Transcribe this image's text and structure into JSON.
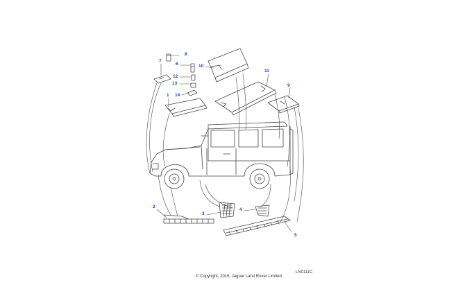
{
  "callouts": {
    "c1": "1",
    "c2": "2",
    "c3": "3",
    "c4": "4",
    "c5": "5",
    "c6": "6",
    "c7": "7",
    "c8": "8",
    "c9": "9",
    "c10": "10",
    "c11": "11",
    "c12": "12",
    "c13": "13",
    "c14": "14"
  },
  "footer": {
    "copyright": "© Copyright, 2016, Jaguar Land Rover Limited.",
    "code": "LN0111C"
  },
  "colors": {
    "callout": "#1a3fc4",
    "line": "#333333",
    "background": "#ffffff"
  }
}
